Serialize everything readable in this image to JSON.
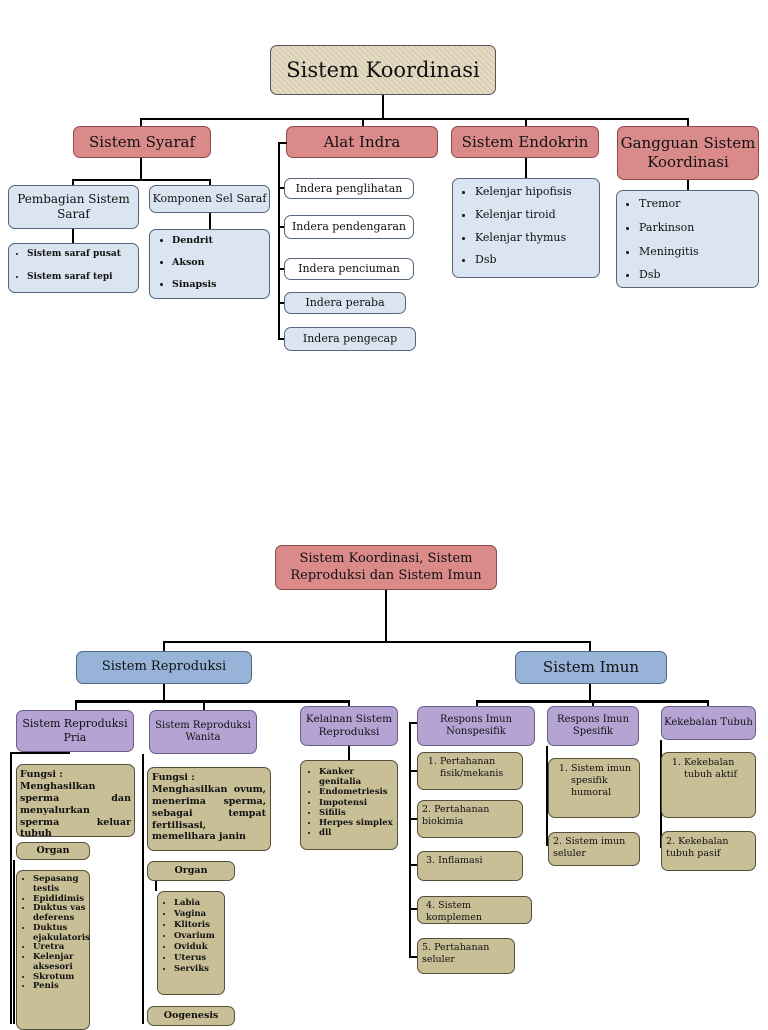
{
  "top": {
    "title": "Sistem Koordinasi",
    "branches": {
      "syaraf": "Sistem Syaraf",
      "indra": "Alat Indra",
      "endokrin": "Sistem Endokrin",
      "gangguan": "Gangguan Sistem Koordinasi"
    },
    "syaraf": {
      "pembagian": {
        "label": "Pembagian Sistem Saraf",
        "items": [
          "Sistem saraf pusat",
          "Sistem saraf tepi"
        ]
      },
      "komponen": {
        "label": "Komponen Sel Saraf",
        "items": [
          "Dendrit",
          "Akson",
          "Sinapsis"
        ]
      }
    },
    "indra_items": [
      "Indera penglihatan",
      "Indera pendengaran",
      "Indera penciuman",
      "Indera peraba",
      "Indera pengecap"
    ],
    "endokrin_items": [
      "Kelenjar hipofisis",
      "Kelenjar tiroid",
      "Kelenjar thymus",
      "Dsb"
    ],
    "gangguan_items": [
      "Tremor",
      "Parkinson",
      "Meningitis",
      "Dsb"
    ]
  },
  "bottom": {
    "title": "Sistem Koordinasi, Sistem Reproduksi dan Sistem Imun",
    "reproduksi": "Sistem Reproduksi",
    "imun": "Sistem Imun",
    "pria": {
      "label": "Sistem Reproduksi Pria",
      "fungsi_head": "Fungsi :",
      "fungsi": "Menghasilkan sperma dan menyalurkan sperma keluar tubuh",
      "organ_label": "Organ",
      "organ_items": [
        "Sepasang testis",
        "Epididimis",
        "Duktus vas deferens",
        "Duktus ejakulatoris",
        "Uretra",
        "Kelenjar aksesori",
        "Skrotum",
        "Penis"
      ]
    },
    "wanita": {
      "label": "Sistem Reproduksi Wanita",
      "fungsi_head": "Fungsi :",
      "fungsi": "Menghasilkan ovum, menerima sperma, sebagai tempat fertilisasi, memelihara janin",
      "organ_label": "Organ",
      "organ_items": [
        "Labia",
        "Vagina",
        "Klitoris",
        "Ovarium",
        "Oviduk",
        "Uterus",
        "Serviks"
      ],
      "oogenesis": "Oogenesis"
    },
    "kelainan": {
      "label": "Kelainan Sistem Reproduksi",
      "items": [
        "Kanker genitalia",
        "Endometriesis",
        "Impotensi",
        "Sifilis",
        "Herpes simplex",
        "dll"
      ]
    },
    "nonspesifik": {
      "label": "Respons Imun Nonspesifik",
      "items": [
        "Pertahanan fisik/mekanis",
        "2. Pertahanan biokimia",
        "3. Inflamasi",
        "4. Sistem komplemen",
        "5. Pertahanan seluler"
      ]
    },
    "spesifik": {
      "label": "Respons Imun Spesifik",
      "items": [
        "Sistem imun spesifik humoral",
        "2. Sistem imun seluler"
      ]
    },
    "kekebalan": {
      "label": "Kekebalan Tubuh",
      "items": [
        "Kekebalan tubuh aktif",
        "2. Kekebalan tubuh pasif"
      ]
    }
  }
}
